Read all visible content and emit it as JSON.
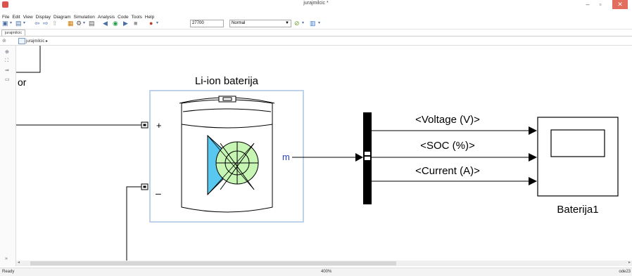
{
  "window": {
    "title": "jurajmilcic *"
  },
  "menu": [
    "File",
    "Edit",
    "View",
    "Display",
    "Diagram",
    "Simulation",
    "Analysis",
    "Code",
    "Tools",
    "Help"
  ],
  "toolbar": {
    "stop_time": "27700",
    "sim_mode": "Normal"
  },
  "tabs": [
    "jurajmilcic"
  ],
  "breadcrumb": {
    "model": "jurajmilcic"
  },
  "diagram": {
    "partial_label": "or",
    "battery_title": "Li-ion baterija",
    "plus_port": "+",
    "minus_port": "–",
    "m_port": "m",
    "signals": [
      "<Voltage (V)>",
      "<SOC (%)>",
      "<Current (A)>"
    ],
    "scope_name": "Baterija1"
  },
  "status": {
    "text": "Ready",
    "zoom": "400%",
    "solver": "ode23"
  },
  "colors": {
    "selection": "#a8c4e4",
    "cell_blue": "#59c8f0",
    "cell_green": "#c6f5b4",
    "close_button": "#e26d5c"
  }
}
